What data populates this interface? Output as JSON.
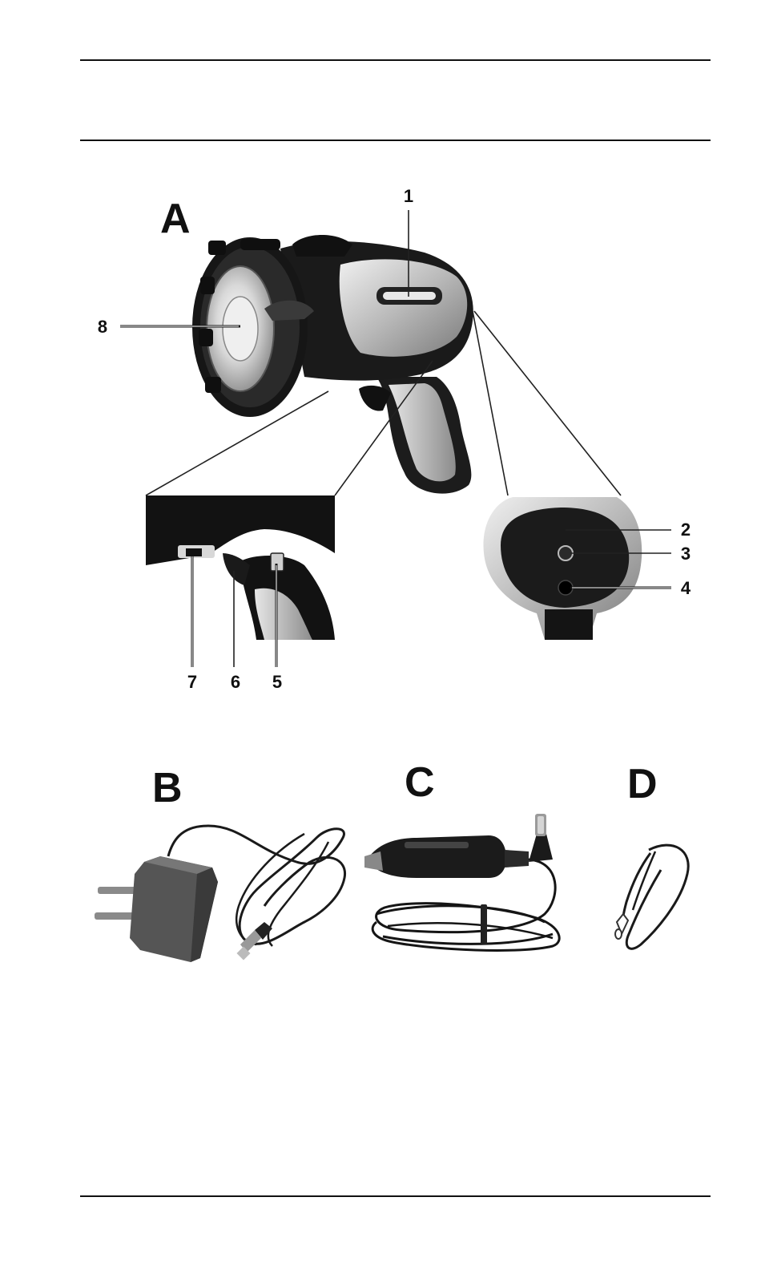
{
  "figure": {
    "sections": [
      "A",
      "B",
      "C",
      "D"
    ],
    "callouts": [
      "1",
      "2",
      "3",
      "4",
      "5",
      "6",
      "7",
      "8"
    ]
  },
  "colors": {
    "ink": "#111111",
    "body_black": "#1c1c1c",
    "silver": "#bdbdbd",
    "grip_gray": "#9a9a9a"
  },
  "icons": [
    "spotlight",
    "detail-trigger-area",
    "detail-rear-panel",
    "mains-adapter",
    "car-adapter-cable",
    "wrist-strap"
  ]
}
